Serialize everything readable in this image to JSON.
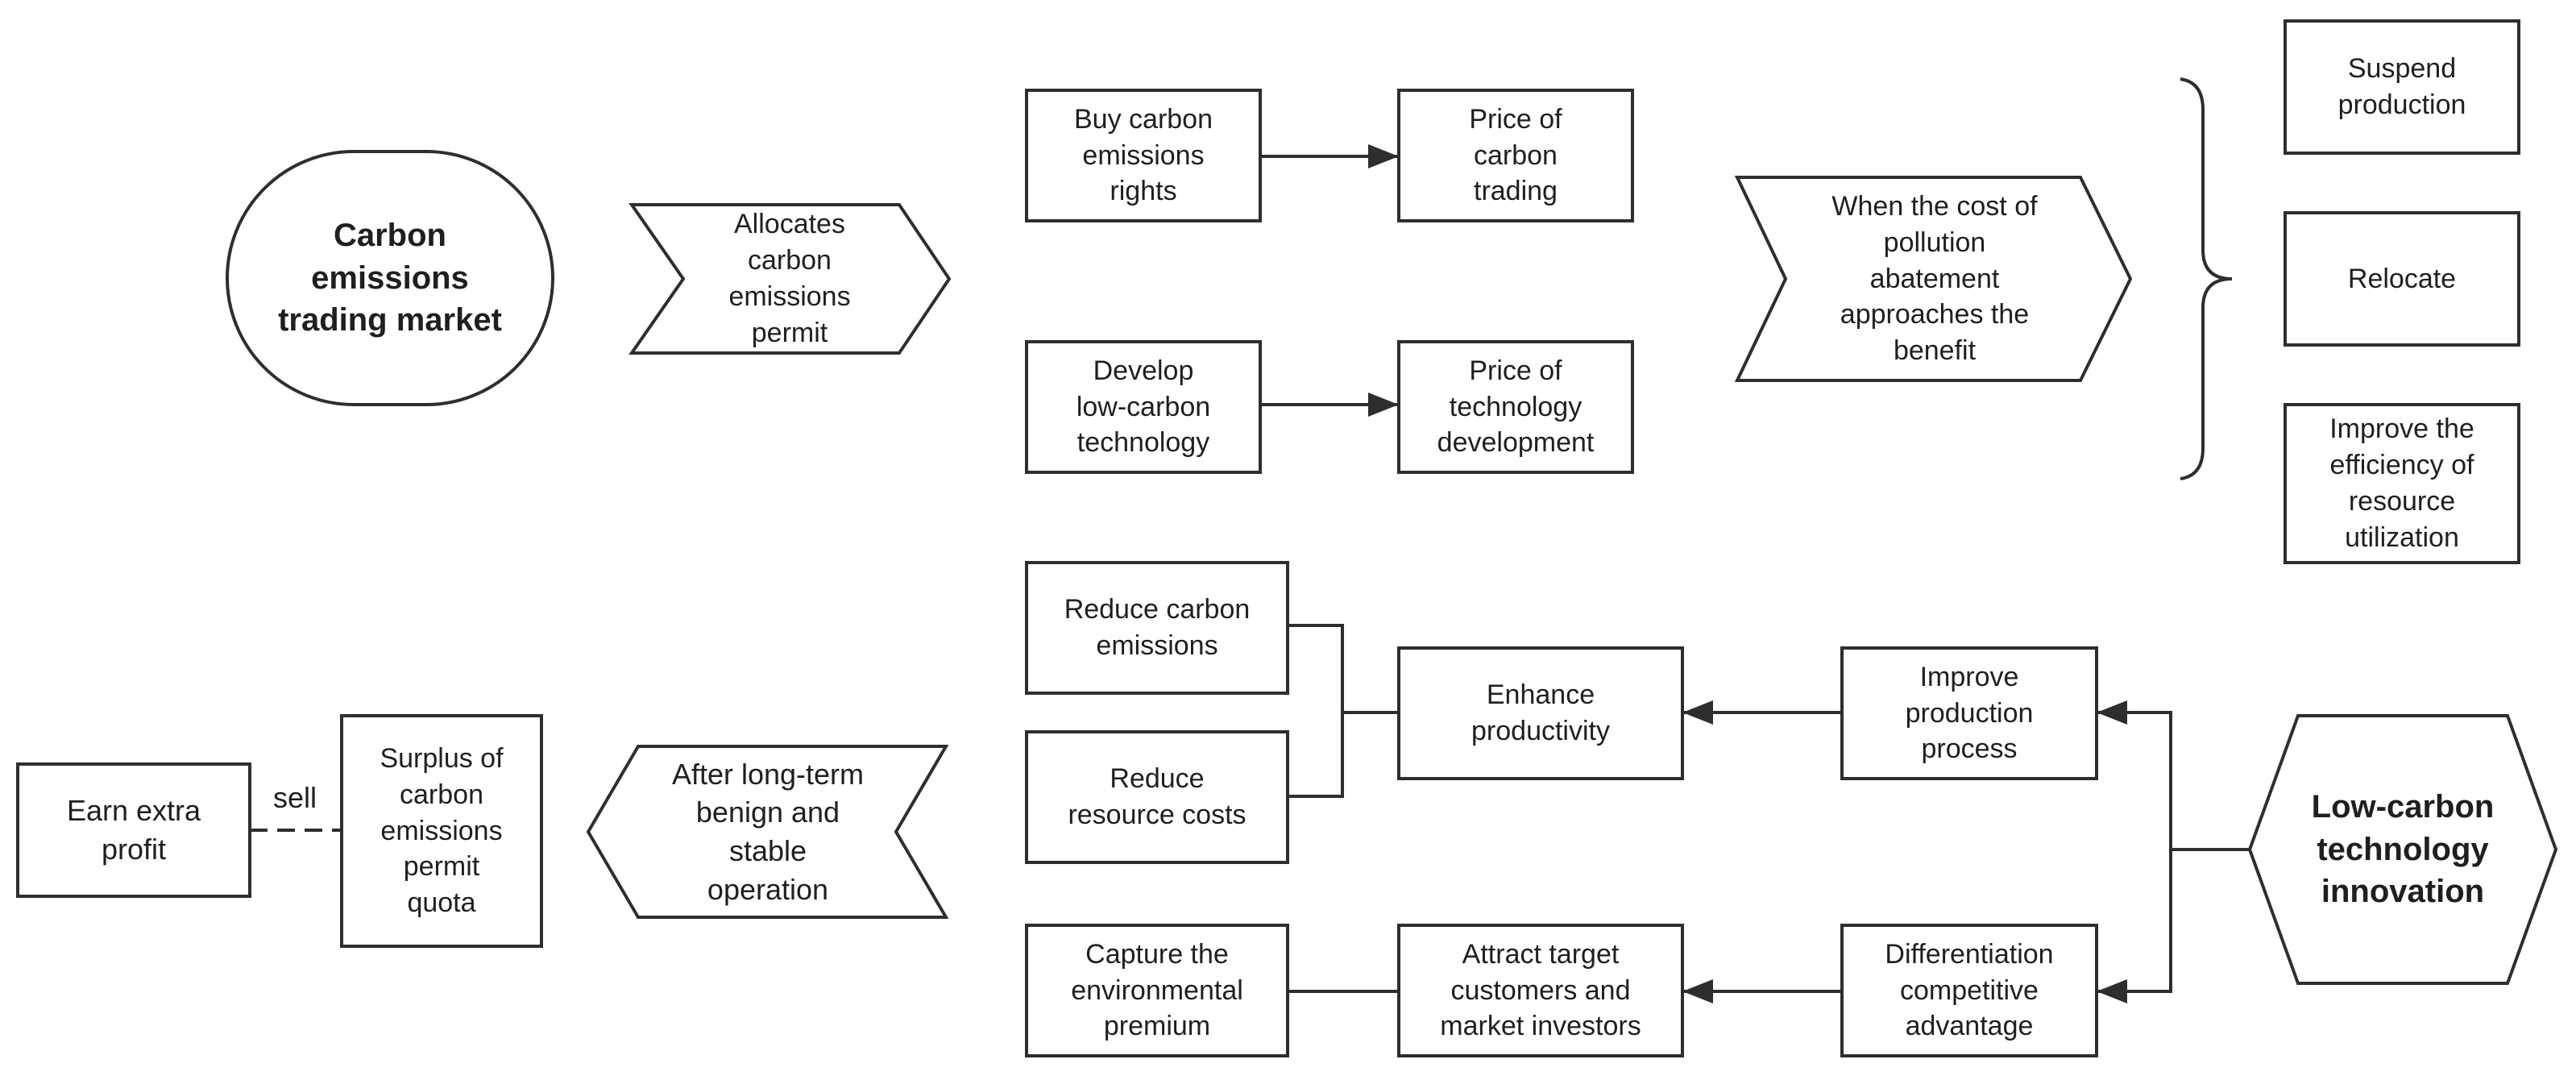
{
  "colors": {
    "stroke": "#2e2e2e",
    "text": "#1f1f1f",
    "background": "#ffffff"
  },
  "nodes": {
    "market": "Carbon\nemissions\ntrading market",
    "allocates": "Allocates\ncarbon\nemissions\npermit",
    "buy_rights": "Buy carbon\nemissions\nrights",
    "price_trading": "Price of\ncarbon\ntrading",
    "develop_tech": "Develop\nlow-carbon\ntechnology",
    "price_tech": "Price of\ntechnology\ndevelopment",
    "cost_condition": "When the cost of\npollution\nabatement\napproaches the\nbenefit",
    "suspend": "Suspend\nproduction",
    "relocate": "Relocate",
    "improve_efficiency": "Improve the\nefficiency of\nresource\nutilization",
    "reduce_emissions": "Reduce carbon\nemissions",
    "reduce_costs": "Reduce\nresource costs",
    "enhance_productivity": "Enhance\nproductivity",
    "improve_process": "Improve\nproduction\nprocess",
    "innovation": "Low-carbon\ntechnology\ninnovation",
    "capture_premium": "Capture the\nenvironmental\npremium",
    "attract_customers": "Attract target\ncustomers and\nmarket investors",
    "differentiation": "Differentiation\ncompetitive\nadvantage",
    "after_operation": "After long-term\nbenign and\nstable\noperation",
    "surplus": "Surplus of\ncarbon\nemissions\npermit\nquota",
    "earn_profit": "Earn extra\nprofit"
  },
  "edges": {
    "sell": "sell"
  }
}
